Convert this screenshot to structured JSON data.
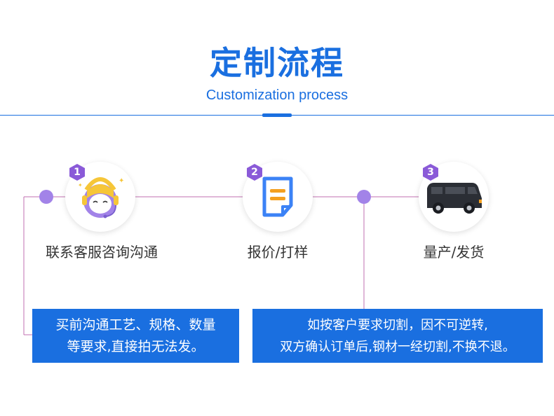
{
  "header": {
    "title": "定制流程",
    "subtitle": "Customization process"
  },
  "colors": {
    "primary": "#1a6fe0",
    "accent_purple": "#a283e8",
    "line_purple": "#c06fb0",
    "van": "#2b2e35",
    "doc_blue": "#3b82f6",
    "doc_orange": "#f4a020"
  },
  "steps": [
    {
      "number": "1",
      "label": "联系客服咨询沟通",
      "icon": "customer-service-headset-icon"
    },
    {
      "number": "2",
      "label": "报价/打样",
      "icon": "document-quote-icon"
    },
    {
      "number": "3",
      "label": "量产/发货",
      "icon": "delivery-van-icon"
    }
  ],
  "notes": [
    {
      "lines": [
        "买前沟通工艺、规格、数量",
        "等要求,直接拍无法发。"
      ]
    },
    {
      "lines": [
        "如按客户要求切割，因不可逆转,",
        "双方确认订单后,钢材一经切割,不换不退。"
      ]
    }
  ]
}
